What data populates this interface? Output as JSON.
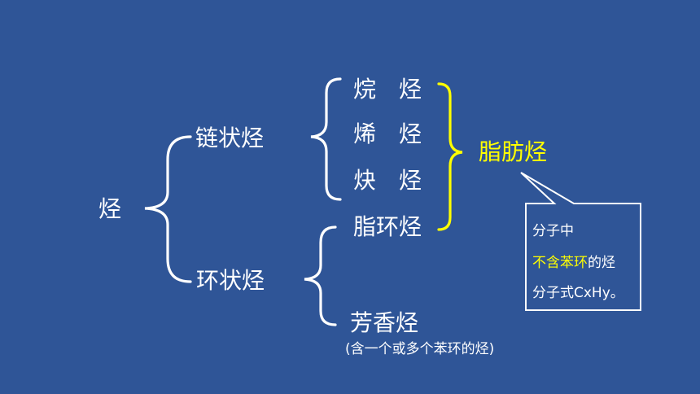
{
  "root": "烃",
  "branch_chain": "链状烃",
  "branch_ring": "环状烃",
  "alkane": "烷　烃",
  "alkene": "烯　烃",
  "alkyne": "炔　烃",
  "alicyclic": "脂环烃",
  "aromatic": "芳香烃",
  "aromatic_note": "(含一个或多个苯环的烃)",
  "aliphatic": "脂肪烃",
  "callout": {
    "line1": "分子中",
    "line2_highlight": "不含苯环",
    "line2_rest": "的烃",
    "line3": "分子式CxHy。"
  },
  "colors": {
    "background": "#2f5597",
    "text": "#ffffff",
    "highlight": "#ffff00"
  }
}
